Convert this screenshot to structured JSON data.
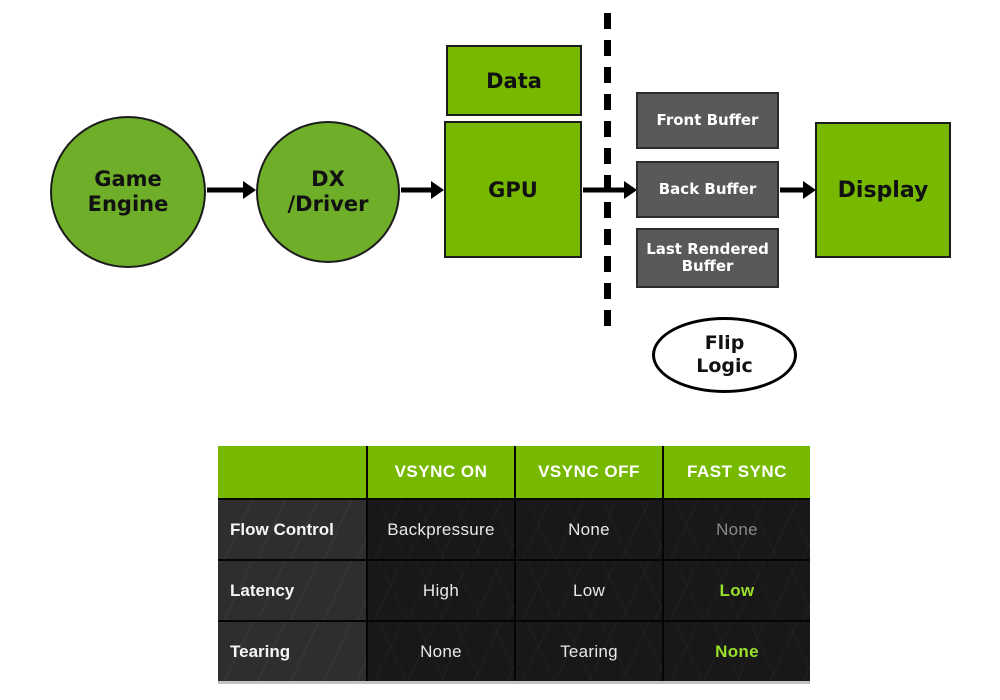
{
  "diagram": {
    "game_engine_label": "Game\nEngine",
    "dx_driver_label": "DX\n/Driver",
    "data_label": "Data",
    "gpu_label": "GPU",
    "front_buffer_label": "Front Buffer",
    "back_buffer_label": "Back Buffer",
    "last_rendered_buffer_label": "Last Rendered\nBuffer",
    "display_label": "Display",
    "flip_logic_label": "Flip\nLogic"
  },
  "table": {
    "headers": [
      "",
      "VSYNC ON",
      "VSYNC OFF",
      "FAST SYNC"
    ],
    "rows": [
      {
        "label": "Flow Control",
        "cells": [
          "Backpressure",
          "None",
          "None"
        ],
        "fast_sync_emphasis": "dim"
      },
      {
        "label": "Latency",
        "cells": [
          "High",
          "Low",
          "Low"
        ],
        "fast_sync_emphasis": "highlight"
      },
      {
        "label": "Tearing",
        "cells": [
          "None",
          "Tearing",
          "None"
        ],
        "fast_sync_emphasis": "highlight"
      }
    ]
  },
  "colors": {
    "nvidia_green": "#76B900",
    "circle_green": "#6FAE29",
    "highlight_text_green": "#99E02C",
    "dim_text_gray": "#8A8A8A",
    "buffer_gray": "#595959",
    "table_cell_bg": "#181818",
    "table_label_bg": "#2E2E2E"
  }
}
